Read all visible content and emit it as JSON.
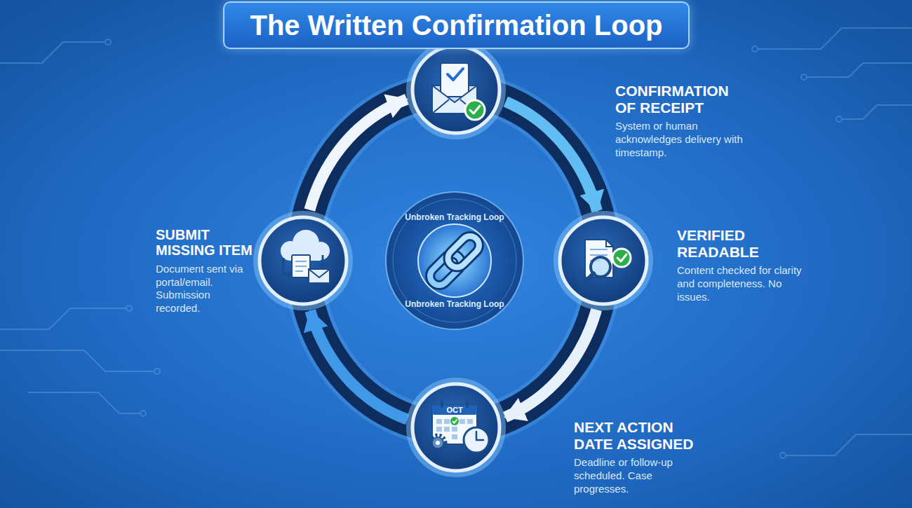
{
  "diagram": {
    "title": "The Written Confirmation Loop",
    "nodes": [
      {
        "text": [
          "SUBMIT MISSING ITEM",
          "Document sent via portal/email. Submission recorded."
        ]
      },
      {
        "text": [
          "CONFIRMATION OF RECEIPT",
          "System or human acknowledges delivery with timestamp."
        ]
      },
      {
        "text": [
          "VERIFIED READABLE",
          "Content checked for clarity and completeness. No issues."
        ]
      },
      {
        "text": [
          "NEXT ACTION DATE ASSIGNED",
          "Deadline or follow-up scheduled. Case progresses."
        ]
      },
      {
        "text": [
          "Unbroken Tracking Loop",
          "Unbroken Tracking Loop"
        ]
      }
    ],
    "edges": [
      {
        "from": 0,
        "to": 1,
        "arrow": "to"
      },
      {
        "from": 1,
        "to": 2,
        "arrow": "to"
      },
      {
        "from": 2,
        "to": 3,
        "arrow": "to"
      },
      {
        "from": 3,
        "to": 0,
        "arrow": "to"
      }
    ],
    "labels": [
      "OCT"
    ]
  }
}
